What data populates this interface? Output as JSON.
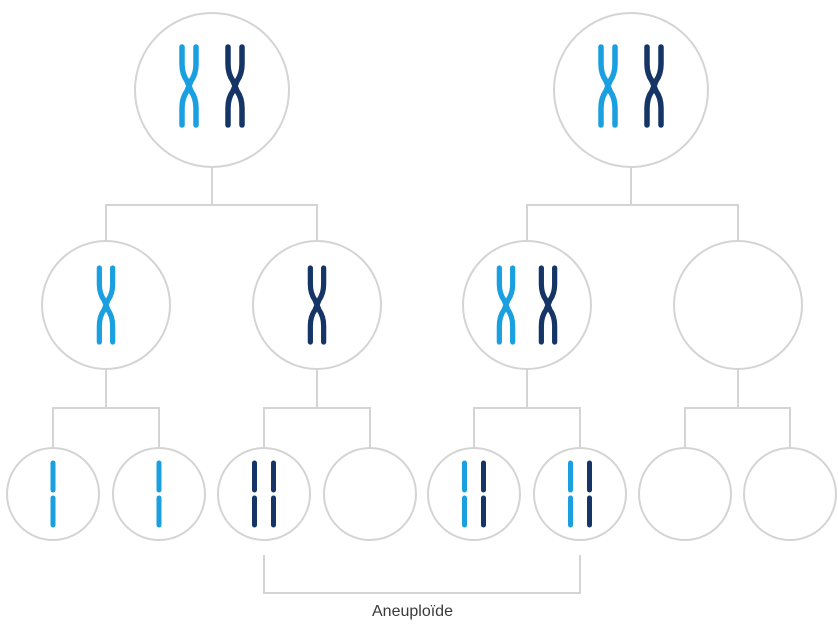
{
  "caption": "Aneuploïde",
  "colors": {
    "line": "#d4d4d4",
    "circle_fill": "#ffffff",
    "chromosome_light": "#1aa0e0",
    "chromosome_dark": "#163567"
  },
  "cells": {
    "parent_left": [
      "x-light",
      "x-dark"
    ],
    "parent_right": [
      "x-light",
      "x-dark"
    ],
    "meiosis1_1": [
      "x-light"
    ],
    "meiosis1_2": [
      "x-dark"
    ],
    "meiosis1_3": [
      "x-light",
      "x-dark"
    ],
    "meiosis1_4": [],
    "gamete_1": [
      "i-light"
    ],
    "gamete_2": [
      "i-light"
    ],
    "gamete_3": [
      "i-dark",
      "i-dark"
    ],
    "gamete_4": [],
    "gamete_5": [
      "i-light",
      "i-dark"
    ],
    "gamete_6": [
      "i-light",
      "i-dark"
    ],
    "gamete_7": [],
    "gamete_8": []
  }
}
